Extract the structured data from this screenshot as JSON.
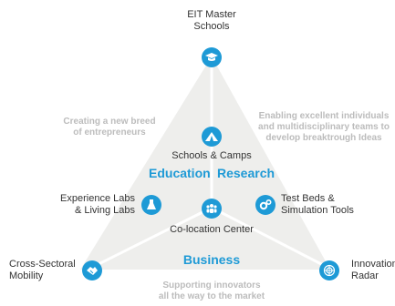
{
  "nodes": {
    "eit_master_schools": [
      "EIT Master",
      "Schools"
    ],
    "schools_camps": "Schools & Camps",
    "experience_labs": [
      "Experience Labs",
      "& Living Labs"
    ],
    "test_beds": [
      "Test Beds &",
      "Simulation Tools"
    ],
    "colocation_center": "Co-location Center",
    "cross_sectoral": [
      "Cross-Sectoral",
      "Mobility"
    ],
    "innovation_radar": [
      "Innovation",
      "Radar"
    ]
  },
  "areas": {
    "education": "Education",
    "research": "Research",
    "business": "Business"
  },
  "captions": {
    "left": [
      "Creating a new breed",
      "of entrepreneurs"
    ],
    "right": [
      "Enabling excellent individuals",
      "and multidisciplinary teams to",
      "develop breaktrough Ideas"
    ],
    "bottom": [
      "Supporting innovators",
      "all the way to the market"
    ]
  },
  "colors": {
    "accent": "#1e9ad6",
    "triangle_fill": "#eeeeec",
    "caption_grey": "#bcbcbc",
    "text": "#333333"
  },
  "icons": {
    "eit_master_schools": "graduation-cap-icon",
    "schools_camps": "tent-icon",
    "experience_labs": "lab-flask-icon",
    "test_beds": "gears-icon",
    "colocation_center": "people-group-icon",
    "cross_sectoral": "handshake-icon",
    "innovation_radar": "radar-icon"
  }
}
